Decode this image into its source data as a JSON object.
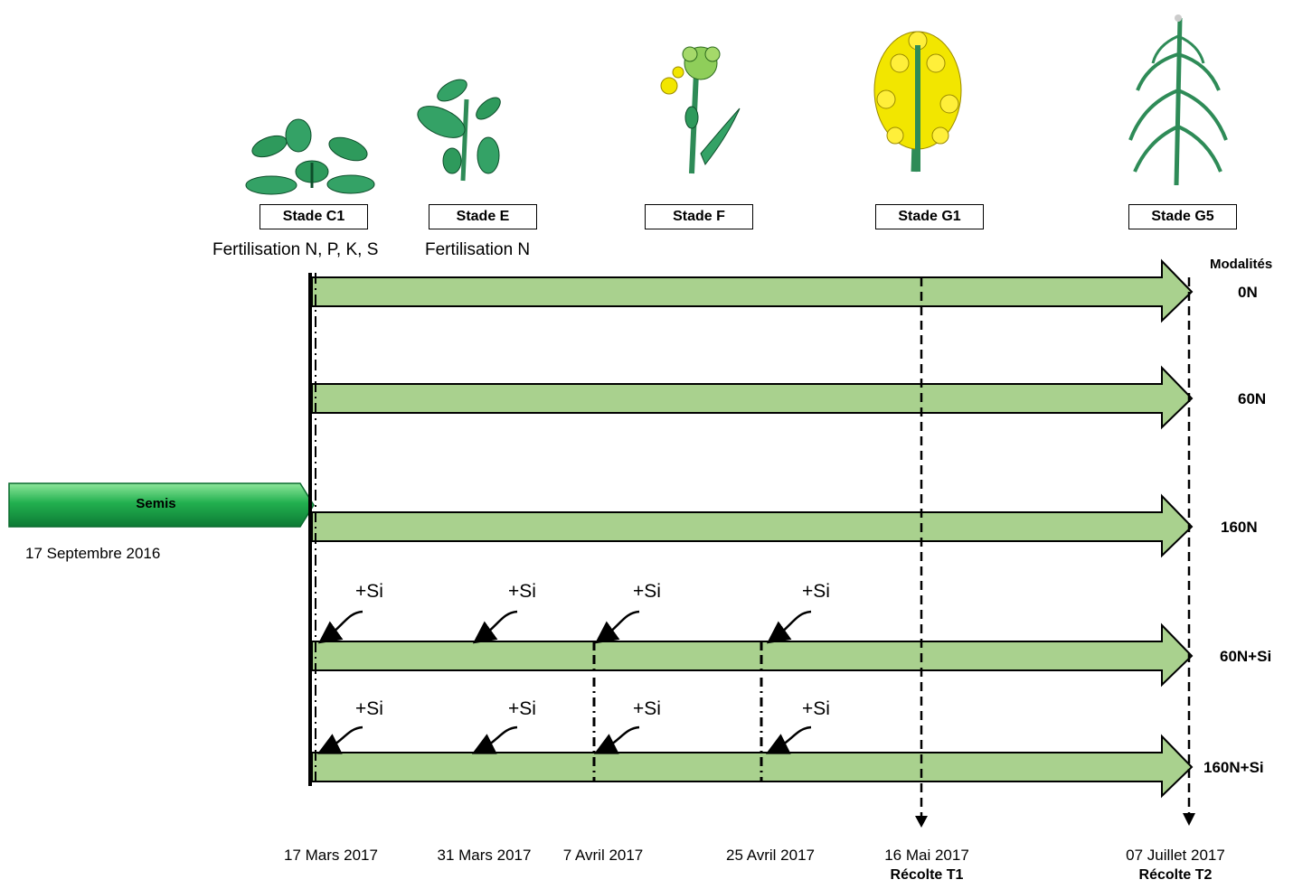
{
  "stages": [
    {
      "label": "Stade C1"
    },
    {
      "label": "Stade E"
    },
    {
      "label": "Stade F"
    },
    {
      "label": "Stade G1"
    },
    {
      "label": "Stade G5"
    }
  ],
  "fertilisation": [
    {
      "label": "Fertilisation N, P, K, S"
    },
    {
      "label": "Fertilisation N"
    }
  ],
  "modalites_title": "Modalités",
  "modalites": [
    "0N",
    "60N",
    "160N",
    "60N+Si",
    "160N+Si"
  ],
  "semis": {
    "label": "Semis",
    "date": "17 Septembre 2016"
  },
  "si_label": "+Si",
  "dates": [
    "17 Mars 2017",
    "31 Mars 2017",
    "7 Avril 2017",
    "25 Avril 2017",
    "16 Mai 2017",
    "07 Juillet 2017"
  ],
  "harvests": [
    {
      "label": "Récolte T1"
    },
    {
      "label": "Récolte T2"
    }
  ],
  "colors": {
    "arrow_fill": "#a9d18e",
    "semis_green": "#18a24a",
    "leaf_green": "#2e8b57",
    "flower_yellow": "#f2e600"
  }
}
